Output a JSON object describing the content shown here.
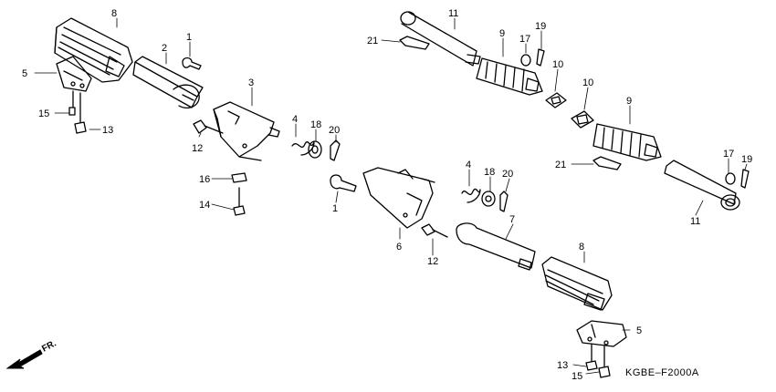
{
  "diagram": {
    "code": "KGBE–F2000A",
    "direction_label": "FR.",
    "callouts": [
      {
        "id": "c8a",
        "text": "8"
      },
      {
        "id": "c2",
        "text": "2"
      },
      {
        "id": "c1a",
        "text": "1"
      },
      {
        "id": "c3",
        "text": "3"
      },
      {
        "id": "c5a",
        "text": "5"
      },
      {
        "id": "c15a",
        "text": "15"
      },
      {
        "id": "c13a",
        "text": "13"
      },
      {
        "id": "c12a",
        "text": "12"
      },
      {
        "id": "c4a",
        "text": "4"
      },
      {
        "id": "c18a",
        "text": "18"
      },
      {
        "id": "c20a",
        "text": "20"
      },
      {
        "id": "c16",
        "text": "16"
      },
      {
        "id": "c14",
        "text": "14"
      },
      {
        "id": "c11a",
        "text": "11"
      },
      {
        "id": "c21a",
        "text": "21"
      },
      {
        "id": "c9a",
        "text": "9"
      },
      {
        "id": "c17a",
        "text": "17"
      },
      {
        "id": "c19a",
        "text": "19"
      },
      {
        "id": "c10a",
        "text": "10"
      },
      {
        "id": "c10b",
        "text": "10"
      },
      {
        "id": "c9b",
        "text": "9"
      },
      {
        "id": "c21b",
        "text": "21"
      },
      {
        "id": "c17b",
        "text": "17"
      },
      {
        "id": "c19b",
        "text": "19"
      },
      {
        "id": "c11b",
        "text": "11"
      },
      {
        "id": "c4b",
        "text": "4"
      },
      {
        "id": "c18b",
        "text": "18"
      },
      {
        "id": "c20b",
        "text": "20"
      },
      {
        "id": "c1b",
        "text": "1"
      },
      {
        "id": "c7",
        "text": "7"
      },
      {
        "id": "c6",
        "text": "6"
      },
      {
        "id": "c12b",
        "text": "12"
      },
      {
        "id": "c8b",
        "text": "8"
      },
      {
        "id": "c5b",
        "text": "5"
      },
      {
        "id": "c13b",
        "text": "13"
      },
      {
        "id": "c15b",
        "text": "15"
      }
    ]
  }
}
